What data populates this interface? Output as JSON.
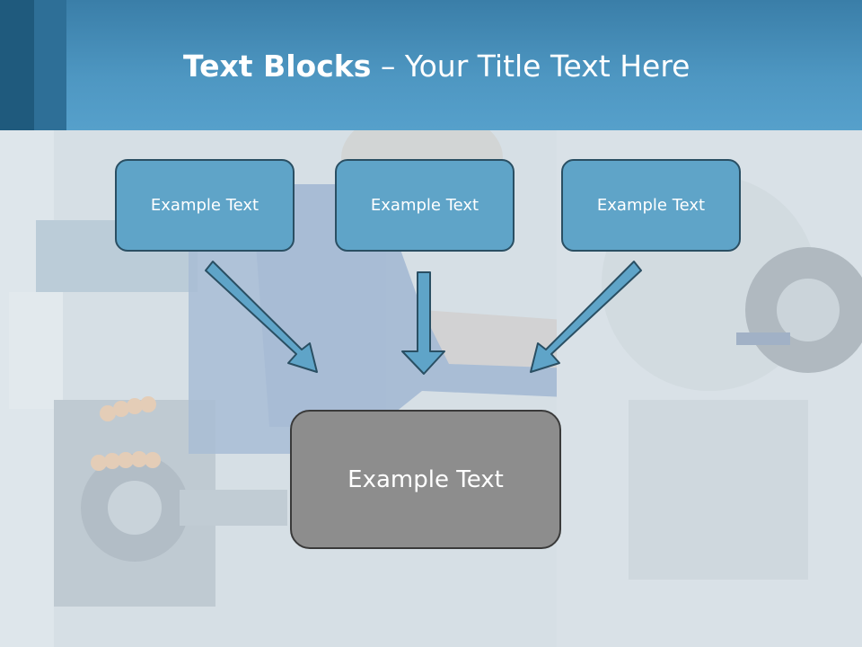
{
  "slide": {
    "title_bold": "Text Blocks",
    "title_dash": " – ",
    "title_rest": "Your Title Text Here"
  },
  "boxes": [
    {
      "label": "Example Text"
    },
    {
      "label": "Example Text"
    },
    {
      "label": "Example Text"
    }
  ],
  "target_box": {
    "label": "Example Text"
  },
  "colors": {
    "header": "#4e97c2",
    "box_fill": "#5fa4c8",
    "box_border": "#2a4f63",
    "target_fill": "#8d8d8d",
    "arrow_fill": "#5fa4c8"
  }
}
